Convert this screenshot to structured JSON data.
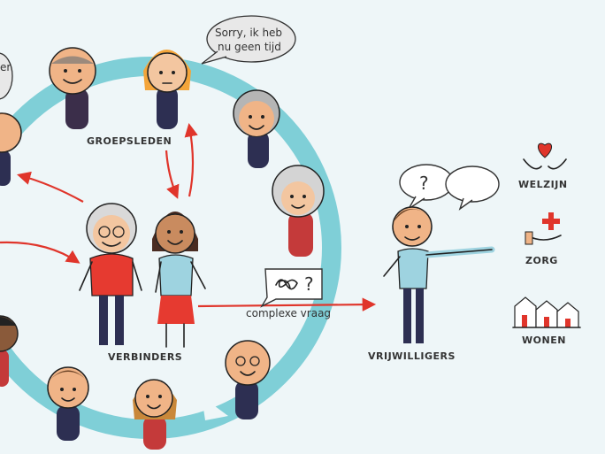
{
  "labels": {
    "groepsleden": "GROEPSLEDEN",
    "verbinders": "VERBINDERS",
    "vrijwilligers": "VRIJWILLIGERS",
    "welzijn": "WELZIJN",
    "zorg": "ZORG",
    "wonen": "WONEN",
    "complexe_vraag": "complexe vraag"
  },
  "speech": {
    "sorry_line1": "Sorry, ik heb",
    "sorry_line2": "nu geen tijd",
    "partial_left_top": "er",
    "question_mark": "?"
  },
  "icons": {
    "welzijn": "heart-in-hands-icon",
    "zorg": "cross-in-hand-icon",
    "wonen": "houses-icon"
  },
  "colors": {
    "background": "#eef6f8",
    "ring": "#7fcfd7",
    "arrow": "#e0352b",
    "shirt_red": "#e63a30",
    "shirt_blue": "#9ed3e0",
    "navy": "#2d2f52"
  }
}
